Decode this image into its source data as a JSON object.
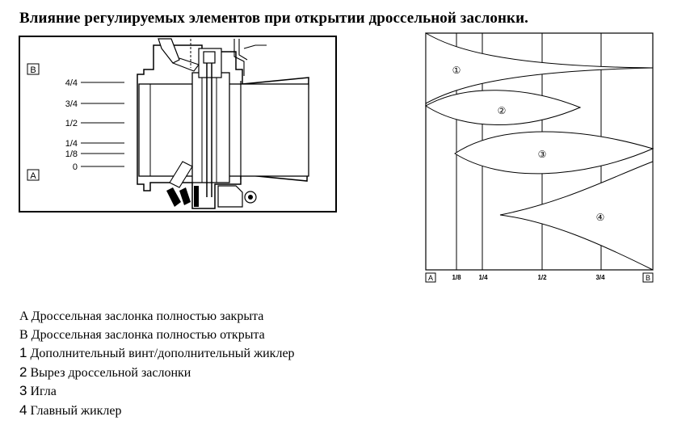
{
  "title": "Влияние регулируемых элементов при открытии дроссельной заслонки.",
  "carb_figure": {
    "box_top_label": "B",
    "box_bottom_label": "A",
    "scale_labels": [
      "4/4",
      "3/4",
      "1/2",
      "1/4",
      "1/8",
      "0"
    ]
  },
  "graph": {
    "axis_start_label": "A",
    "axis_end_label": "B",
    "tick_labels": [
      "1/8",
      "1/4",
      "1/2",
      "3/4"
    ],
    "region_labels": [
      "①",
      "②",
      "③",
      "④"
    ]
  },
  "legend": [
    {
      "key": "A",
      "text": " Дроссельная заслонка полностью закрыта"
    },
    {
      "key": "B",
      "text": " Дроссельная заслонка полностью открыта"
    },
    {
      "key": "1",
      "text": " Дополнительный винт/дополнительный жиклер"
    },
    {
      "key": "2",
      "text": " Вырез дроссельной заслонки"
    },
    {
      "key": "3",
      "text": " Игла"
    },
    {
      "key": "4",
      "text": " Главный жиклер"
    }
  ]
}
